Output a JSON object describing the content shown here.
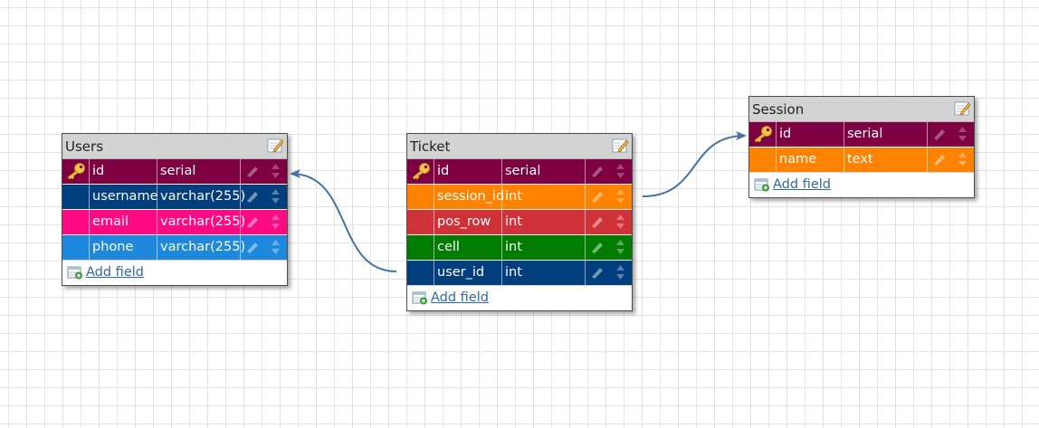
{
  "colors": {
    "pk": "#7e0042",
    "navy": "#003e7e",
    "pink": "#ff0a84",
    "skyblue": "#1e88dc",
    "orange": "#ff8200",
    "red": "#d0323a",
    "green": "#007d00",
    "connector": "#43729f",
    "link": "#2f6aa5"
  },
  "icons": {
    "key": "key-icon",
    "edit": "edit-table-icon",
    "pencil": "pencil-icon",
    "move": "move-up-down-icon",
    "add": "add-field-icon"
  },
  "tables": [
    {
      "id": "users",
      "title": "Users",
      "add_label": "Add field",
      "fields": [
        {
          "name": "id",
          "type": "serial",
          "color": "#7e0042",
          "pk": true
        },
        {
          "name": "username",
          "type": "varchar(255)",
          "color": "#003e7e",
          "pk": false
        },
        {
          "name": "email",
          "type": "varchar(255)",
          "color": "#ff0a84",
          "pk": false
        },
        {
          "name": "phone",
          "type": "varchar(255)",
          "color": "#1e88dc",
          "pk": false
        }
      ]
    },
    {
      "id": "ticket",
      "title": "Ticket",
      "add_label": "Add field",
      "fields": [
        {
          "name": "id",
          "type": "serial",
          "color": "#7e0042",
          "pk": true
        },
        {
          "name": "session_id",
          "type": "int",
          "color": "#ff8200",
          "pk": false
        },
        {
          "name": "pos_row",
          "type": "int",
          "color": "#d0323a",
          "pk": false
        },
        {
          "name": "cell",
          "type": "int",
          "color": "#007d00",
          "pk": false
        },
        {
          "name": "user_id",
          "type": "int",
          "color": "#003e7e",
          "pk": false
        }
      ]
    },
    {
      "id": "session",
      "title": "Session",
      "add_label": "Add field",
      "fields": [
        {
          "name": "id",
          "type": "serial",
          "color": "#7e0042",
          "pk": true
        },
        {
          "name": "name",
          "type": "text",
          "color": "#ff8200",
          "pk": false
        }
      ]
    }
  ],
  "relations": [
    {
      "from": "ticket.user_id",
      "to": "users.id"
    },
    {
      "from": "ticket.session_id",
      "to": "session.id"
    }
  ]
}
